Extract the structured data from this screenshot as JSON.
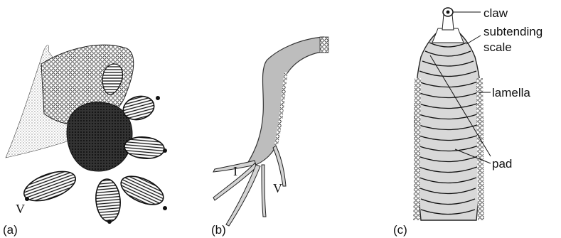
{
  "panels": {
    "a": {
      "label": "(a)",
      "digit_label": "V"
    },
    "b": {
      "label": "(b)",
      "digit_label_first": "I",
      "digit_label_fifth": "V"
    },
    "c": {
      "label": "(c)",
      "labels": {
        "claw": "claw",
        "subtending_line1": "subtending",
        "subtending_line2": "scale",
        "lamella": "lamella",
        "pad": "pad"
      }
    }
  }
}
